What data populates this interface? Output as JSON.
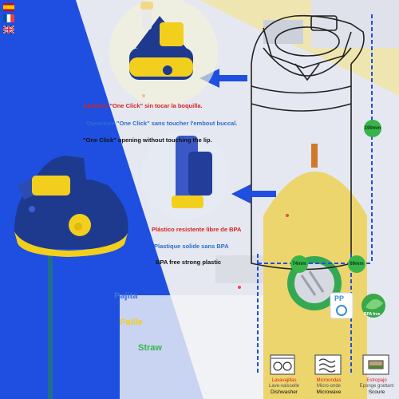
{
  "features": {
    "one_click_es": "Apertura \"One Click\" sin tocar la boquilla.",
    "one_click_fr": "Ouverture \"One Click\" sans toucher l'embout buccal.",
    "one_click_en": "\"One Click\" opening without touching the lip.",
    "plastic_es": "Plástico resistente libre de BPA",
    "plastic_fr": "Plastique solide sans BPA",
    "plastic_en": "BPA free strong plastic"
  },
  "straw": {
    "es": "Pajita",
    "fr": "Paille",
    "en": "Straw"
  },
  "dimensions": {
    "height": "190mm",
    "base_width": "74mm",
    "top_width": "69mm"
  },
  "badges": {
    "pp": "PP",
    "bpa": "BPA free"
  },
  "care": [
    {
      "es": "Lavavajillas",
      "fr": "Lave-vaisselle",
      "en": "Dishwasher",
      "icon": "dishwasher-icon"
    },
    {
      "es": "Microondas",
      "fr": "Micro-onde",
      "en": "Microwave",
      "icon": "microwave-icon"
    },
    {
      "es": "Estropajo",
      "fr": "Eponge grattant",
      "en": "Scoure",
      "icon": "scourer-icon"
    }
  ],
  "colors": {
    "blue_bg": "#1f4fe0",
    "lid_navy": "#1d3a8f",
    "lid_yellow": "#f2cf1d",
    "straw_teal": "#1f6f8a",
    "accent_green": "#38b44a",
    "arrow_blue": "#1f4fe0"
  },
  "flags": [
    "flag-spain",
    "flag-france",
    "flag-uk"
  ]
}
